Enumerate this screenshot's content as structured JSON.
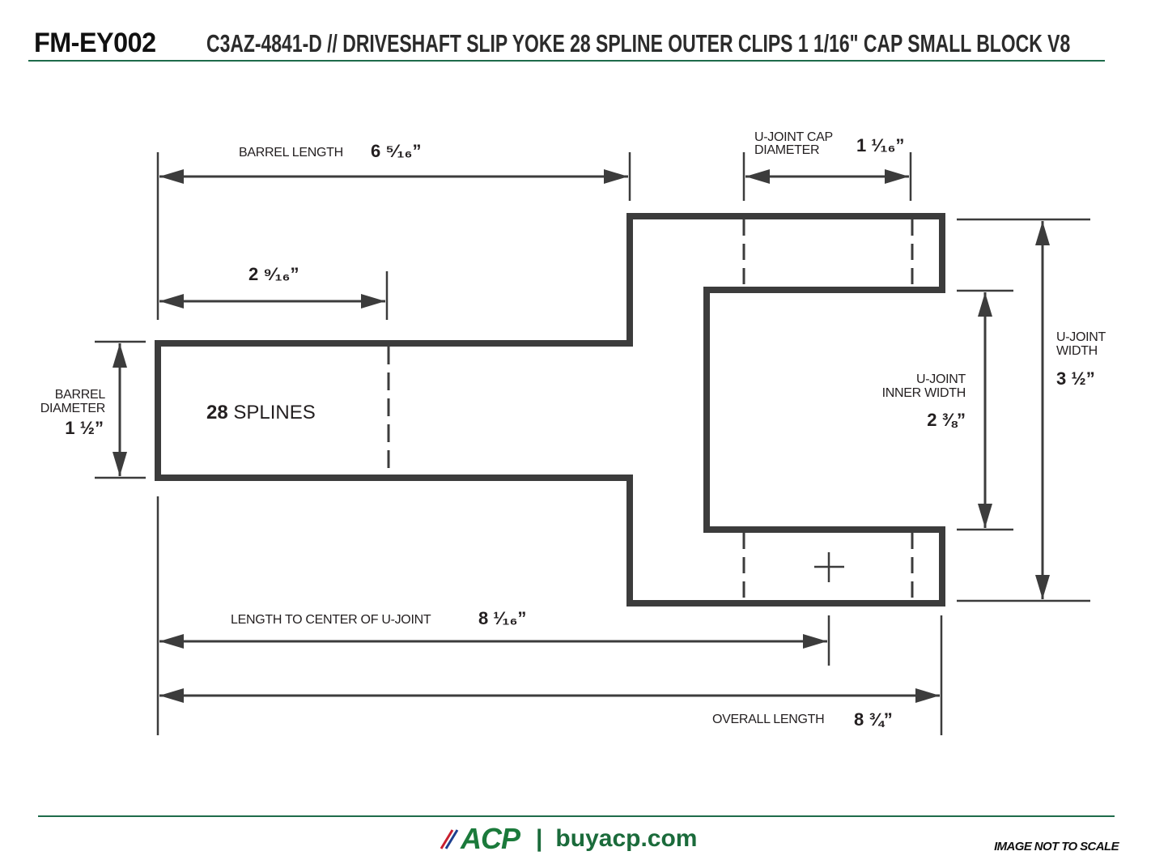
{
  "header": {
    "part_number": "FM-EY002",
    "description": "C3AZ-4841-D // DRIVESHAFT SLIP YOKE 28 SPLINE OUTER CLIPS 1 1/16\" CAP SMALL BLOCK V8"
  },
  "dimensions": {
    "barrel_length": {
      "label": "BARREL LENGTH",
      "value": "6 ⁵⁄₁₆”",
      "inches": 6.3125
    },
    "spline_length": {
      "label": "",
      "value": "2 ⁹⁄₁₆”",
      "inches": 2.5625
    },
    "ujoint_cap_diameter": {
      "label_line1": "U-JOINT CAP",
      "label_line2": "DIAMETER",
      "value": "1 ¹⁄₁₆”",
      "inches": 1.0625
    },
    "barrel_diameter": {
      "label_line1": "BARREL",
      "label_line2": "DIAMETER",
      "value": "1 ½”",
      "inches": 1.5
    },
    "splines": {
      "count": "28",
      "label": "SPLINES"
    },
    "ujoint_inner_width": {
      "label_line1": "U-JOINT",
      "label_line2": "INNER WIDTH",
      "value": "2 ⅜”",
      "inches": 2.375
    },
    "ujoint_width": {
      "label_line1": "U-JOINT",
      "label_line2": "WIDTH",
      "value": "3 ½”",
      "inches": 3.5
    },
    "length_to_center": {
      "label": "LENGTH TO CENTER OF U-JOINT",
      "value": "8 ¹⁄₁₆”",
      "inches": 8.0625
    },
    "overall_length": {
      "label": "OVERALL LENGTH",
      "value": "8 ¾”",
      "inches": 8.75
    }
  },
  "footer": {
    "brand": "ACP",
    "separator": "|",
    "website": "buyacp.com",
    "disclaimer": "IMAGE NOT TO SCALE"
  },
  "colors": {
    "rule_green": "#1e6b4a",
    "brand_green": "#1b7a3b",
    "stripe_red": "#c8202f",
    "stripe_blue": "#1d3f8f",
    "ink": "#3c3c3c"
  }
}
